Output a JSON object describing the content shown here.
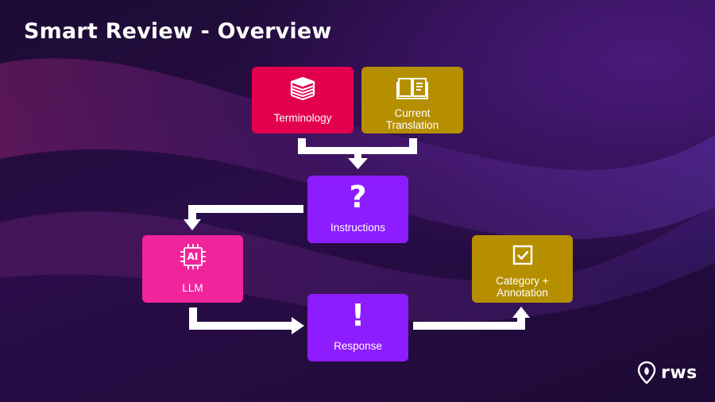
{
  "slide": {
    "title": "Smart Review - Overview",
    "logo_text": "rws"
  },
  "colors": {
    "terminology": "#e3004f",
    "current_translation": "#b68f00",
    "instructions": "#8d1dff",
    "llm": "#f2249b",
    "response": "#8d1dff",
    "category": "#b68f00",
    "arrow": "#ffffff"
  },
  "nodes": {
    "terminology": {
      "label": "Terminology",
      "icon": "stacked-books-icon"
    },
    "current_translation": {
      "label": "Current\nTranslation",
      "icon": "open-book-icon"
    },
    "instructions": {
      "label": "Instructions",
      "icon": "question-mark-icon",
      "glyph": "?"
    },
    "llm": {
      "label": "LLM",
      "icon": "ai-chip-icon",
      "glyph": "AI"
    },
    "response": {
      "label": "Response",
      "icon": "exclamation-icon",
      "glyph": "!"
    },
    "category_annotation": {
      "label": "Category +\nAnnotation",
      "icon": "checkbox-icon"
    }
  }
}
